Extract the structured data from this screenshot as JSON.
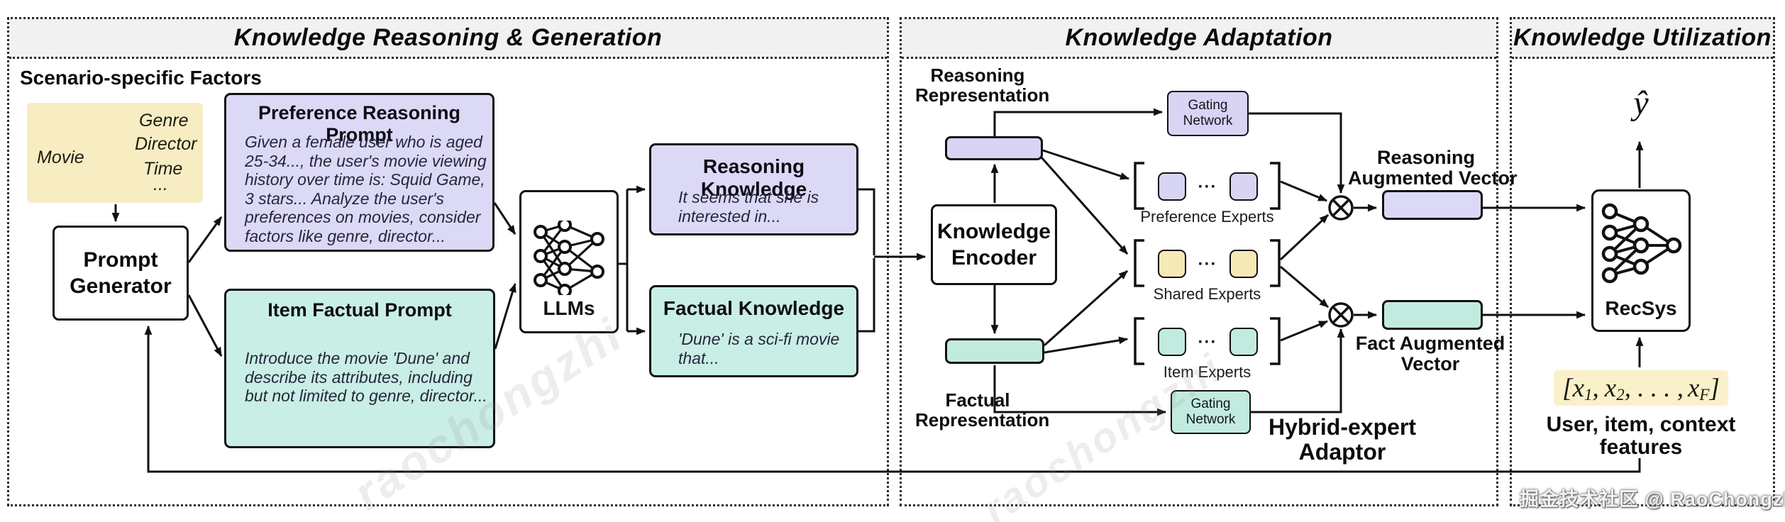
{
  "panels": {
    "left": {
      "title": "Knowledge Reasoning & Generation"
    },
    "middle": {
      "title": "Knowledge Adaptation"
    },
    "right": {
      "title": "Knowledge Utilization"
    }
  },
  "left": {
    "scenario_label": "Scenario-specific Factors",
    "factor_tree": {
      "root": "Movie",
      "branches": [
        "Genre",
        "Director",
        "Time",
        "..."
      ]
    },
    "prompt_generator": {
      "line1": "Prompt",
      "line2": "Generator"
    },
    "preference_prompt": {
      "title": "Preference Reasoning Prompt",
      "body": [
        "Given a female user who is aged",
        "25-34..., the user's movie viewing",
        "history over time is: Squid Game,",
        "3 stars... Analyze the user's",
        "preferences on movies, consider",
        "factors like genre, director..."
      ]
    },
    "item_prompt": {
      "title": "Item Factual Prompt",
      "body": [
        "Introduce the movie 'Dune' and",
        "describe its attributes, including",
        "but not limited to genre, director..."
      ]
    },
    "llms_label": "LLMs",
    "reasoning_knowledge": {
      "title": "Reasoning Knowledge",
      "body": [
        "It seems that she is",
        "interested in..."
      ]
    },
    "factual_knowledge": {
      "title": "Factual Knowledge",
      "body": [
        "'Dune' is a sci-fi movie",
        "that..."
      ]
    }
  },
  "middle": {
    "reasoning_repr": {
      "line1": "Reasoning",
      "line2": "Representation"
    },
    "factual_repr": {
      "line1": "Factual",
      "line2": "Representation"
    },
    "knowledge_encoder": {
      "line1": "Knowledge",
      "line2": "Encoder"
    },
    "gating_top": {
      "line1": "Gating",
      "line2": "Network"
    },
    "gating_bottom": {
      "line1": "Gating",
      "line2": "Network"
    },
    "experts": {
      "preference": "Preference Experts",
      "shared": "Shared Experts",
      "item": "Item Experts",
      "dots": "···"
    },
    "reasoning_vector_label": {
      "line1": "Reasoning",
      "line2": "Augmented Vector"
    },
    "fact_vector_label": {
      "line1": "Fact Augmented",
      "line2": "Vector"
    },
    "adaptor_label": {
      "line1": "Hybrid-expert",
      "line2": "Adaptor"
    }
  },
  "right": {
    "y_hat": "ŷ",
    "recsys_label": "RecSys",
    "features_vector": {
      "open": "[",
      "x1": "x",
      "s1": "1",
      "comma1": ",",
      "x2": "x",
      "s2": "2",
      "dots": ", . . . ,",
      "xf": "x",
      "sf": "F",
      "close": "]"
    },
    "features_label": {
      "line1": "User, item, context",
      "line2": "features"
    }
  },
  "watermarks": {
    "bottom_right": "掘金技术社区 @ RaoChongzhi",
    "diagonal": "raochongzhi"
  },
  "colors": {
    "lavender": "#d8d4f4",
    "mint": "#c2ebe0",
    "yellow": "#f8ecc3",
    "panel_header_bg": "#f1f1f1",
    "line": "#111111"
  }
}
